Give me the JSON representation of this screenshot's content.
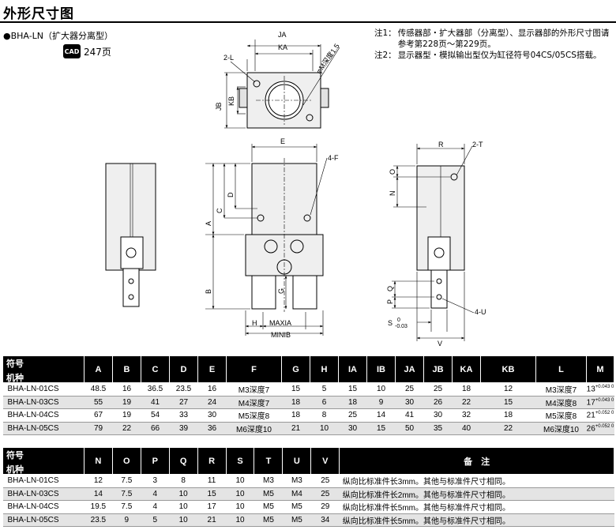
{
  "page_title": "外形尺寸图",
  "model_label": "●BHA-LN（扩大器分离型）",
  "cad": {
    "badge": "CAD",
    "page_ref": "247页"
  },
  "notes": [
    {
      "key": "注1：",
      "text": "传感器部・扩大器部（分离型）、显示器部的外形尺寸图请参考第228页～第229页。"
    },
    {
      "key": "注2：",
      "text": "显示器型・模拟输出型仅为缸径符号04CS/05CS搭载。"
    }
  ],
  "drawing_labels": {
    "JA": "JA",
    "KA": "KA",
    "L2": "2-L",
    "phiM": "φM深度1.5",
    "JB": "JB",
    "KB": "KB",
    "E": "E",
    "F4": "4-F",
    "A": "A",
    "C": "C",
    "D": "D",
    "B": "B",
    "G": "G",
    "H": "H",
    "MAXIA": "MAXIA",
    "MINIB": "MINIB",
    "R": "R",
    "T2": "2-T",
    "O": "O",
    "N": "N",
    "P": "P",
    "Q": "Q",
    "U4": "4-U",
    "S": "S",
    "S_tol_up": "0",
    "S_tol_lo": "-0.03",
    "V": "V"
  },
  "table1": {
    "header_top": "符号",
    "header_bottom": "机种",
    "columns": [
      "A",
      "B",
      "C",
      "D",
      "E",
      "F",
      "G",
      "H",
      "IA",
      "IB",
      "JA",
      "JB",
      "KA",
      "KB",
      "L",
      "M"
    ],
    "rows": [
      {
        "model": "BHA-LN-01CS",
        "cells": [
          "48.5",
          "16",
          "36.5",
          "23.5",
          "16",
          "M3深度7",
          "15",
          "5",
          "15",
          "10",
          "25",
          "25",
          "18",
          "12",
          "M3深度7"
        ],
        "m": "13",
        "m_tol": "+0.043 0"
      },
      {
        "model": "BHA-LN-03CS",
        "cells": [
          "55",
          "19",
          "41",
          "27",
          "24",
          "M4深度7",
          "18",
          "6",
          "18",
          "9",
          "30",
          "26",
          "22",
          "15",
          "M4深度8"
        ],
        "m": "17",
        "m_tol": "+0.043 0"
      },
      {
        "model": "BHA-LN-04CS",
        "cells": [
          "67",
          "19",
          "54",
          "33",
          "30",
          "M5深度8",
          "18",
          "8",
          "25",
          "14",
          "41",
          "30",
          "32",
          "18",
          "M5深度8"
        ],
        "m": "21",
        "m_tol": "+0.052 0"
      },
      {
        "model": "BHA-LN-05CS",
        "cells": [
          "79",
          "22",
          "66",
          "39",
          "36",
          "M6深度10",
          "21",
          "10",
          "30",
          "15",
          "50",
          "35",
          "40",
          "22",
          "M6深度10"
        ],
        "m": "26",
        "m_tol": "+0.052 0"
      }
    ]
  },
  "table2": {
    "header_top": "符号",
    "header_bottom": "机种",
    "columns": [
      "N",
      "O",
      "P",
      "Q",
      "R",
      "S",
      "T",
      "U",
      "V"
    ],
    "remarks_header": "备　注",
    "rows": [
      {
        "model": "BHA-LN-01CS",
        "cells": [
          "12",
          "7.5",
          "3",
          "8",
          "11",
          "10",
          "M3",
          "M3",
          "25"
        ],
        "remark": "纵向比标准件长3mm。其他与标准件尺寸相同。"
      },
      {
        "model": "BHA-LN-03CS",
        "cells": [
          "14",
          "7.5",
          "4",
          "10",
          "15",
          "10",
          "M5",
          "M4",
          "25"
        ],
        "remark": "纵向比标准件长2mm。其他与标准件尺寸相同。"
      },
      {
        "model": "BHA-LN-04CS",
        "cells": [
          "19.5",
          "7.5",
          "4",
          "10",
          "17",
          "10",
          "M5",
          "M5",
          "29"
        ],
        "remark": "纵向比标准件长5mm。其他与标准件尺寸相同。"
      },
      {
        "model": "BHA-LN-05CS",
        "cells": [
          "23.5",
          "9",
          "5",
          "10",
          "21",
          "10",
          "M5",
          "M5",
          "34"
        ],
        "remark": "纵向比标准件长5mm。其他与标准件尺寸相同。"
      }
    ]
  }
}
